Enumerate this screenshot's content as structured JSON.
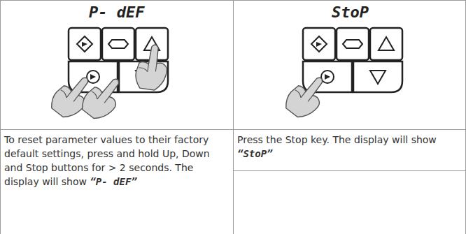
{
  "diagram": {
    "labels": [
      "P- dEF",
      "StoP",
      "To reset parameter values to their factory default settings, press and hold Up, Down and Stop buttons for > 2 seconds. The display will show “P- dEF”",
      "Press the Stop key. The display will show “StoP”"
    ]
  }
}
